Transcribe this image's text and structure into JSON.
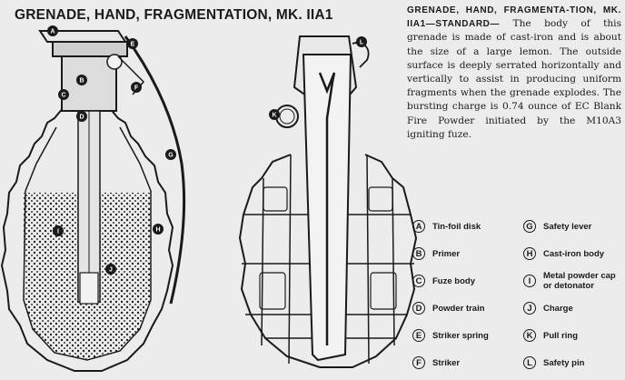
{
  "title": "GRENADE, HAND, FRAGMENTATION, MK. IIA1",
  "description": {
    "heading": "GRENADE, HAND, FRAGMENTA-TION, MK. IIA1—STANDARD—",
    "body": "The body of this grenade is made of cast-iron and is about the size of a large lemon. The outside surface is deeply serrated horizontally and vertically to assist in producing uniform fragments when the grenade explodes. The bursting charge is 0.74 ounce of EC Blank Fire Powder initiated by the M10A3 igniting fuze."
  },
  "legend": {
    "left": [
      {
        "letter": "A",
        "label": "Tin-foil disk"
      },
      {
        "letter": "B",
        "label": "Primer"
      },
      {
        "letter": "C",
        "label": "Fuze body"
      },
      {
        "letter": "D",
        "label": "Powder train"
      },
      {
        "letter": "E",
        "label": "Striker spring"
      },
      {
        "letter": "F",
        "label": "Striker"
      }
    ],
    "right": [
      {
        "letter": "G",
        "label": "Safety lever"
      },
      {
        "letter": "H",
        "label": "Cast-iron body"
      },
      {
        "letter": "I",
        "label": "Metal powder cap or detonator"
      },
      {
        "letter": "J",
        "label": "Charge"
      },
      {
        "letter": "K",
        "label": "Pull ring"
      },
      {
        "letter": "L",
        "label": "Safety pin"
      }
    ]
  },
  "callouts": [
    "A",
    "B",
    "C",
    "D",
    "E",
    "F",
    "G",
    "H",
    "I",
    "J",
    "K",
    "L"
  ]
}
